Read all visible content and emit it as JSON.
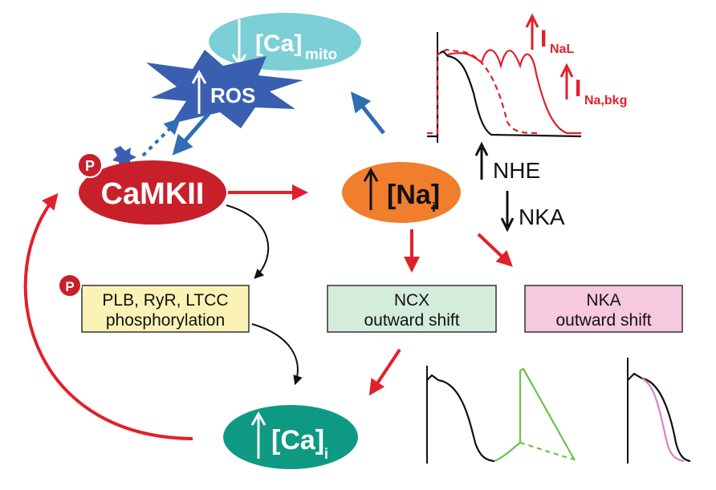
{
  "nodes": {
    "ca_mito": {
      "main": "[Ca]",
      "sub": "mito"
    },
    "ros": {
      "label": "ROS"
    },
    "camkii": {
      "label": "CaMKII",
      "badge": "P"
    },
    "na_i": {
      "main": "[Na]",
      "sub": "i"
    },
    "ca_i": {
      "main": "[Ca]",
      "sub": "i"
    },
    "phos_box": {
      "line1": "PLB, RyR, LTCC",
      "line2": "phosphorylation",
      "badge": "P"
    },
    "ncx_box": {
      "line1": "NCX",
      "line2": "outward shift"
    },
    "nka_box": {
      "line1": "NKA",
      "line2": "outward shift"
    }
  },
  "labels": {
    "nhe": "NHE",
    "nka": "NKA",
    "inal_main": "I",
    "inal_sub": "NaL",
    "inabkg_main": "I",
    "inabkg_sub": "Na,bkg"
  },
  "colors": {
    "red": "#e2202a",
    "camkii_fill": "#c8202a",
    "orange": "#f07e2c",
    "teal": "#0e9a82",
    "cyan": "#7ccfd6",
    "ros_blue": "#3a5fb0",
    "arrow_blue": "#2f6db4",
    "ncx_fill": "#d4ecdc",
    "nka_fill": "#f6c9de",
    "phos_fill": "#fbf3b6",
    "green": "#6cc24a",
    "pink": "#d884c0"
  }
}
